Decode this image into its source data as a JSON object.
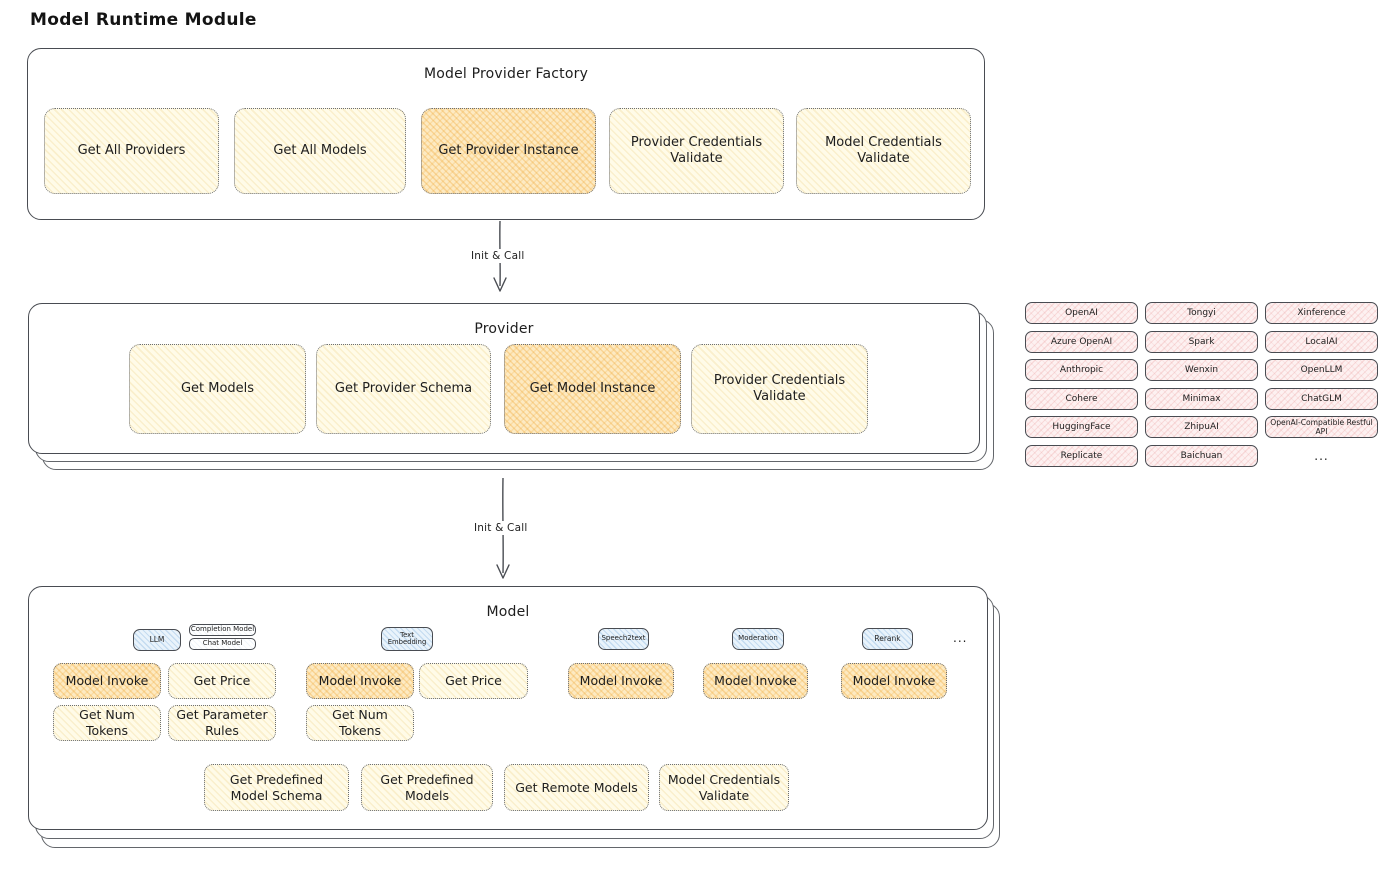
{
  "title": "Model Runtime Module",
  "factory": {
    "title": "Model Provider Factory",
    "buttons": [
      {
        "label": "Get All Providers",
        "highlighted": false
      },
      {
        "label": "Get All Models",
        "highlighted": false
      },
      {
        "label": "Get Provider Instance",
        "highlighted": true
      },
      {
        "label": "Provider Credentials Validate",
        "highlighted": false
      },
      {
        "label": "Model Credentials Validate",
        "highlighted": false
      }
    ]
  },
  "arrow1": {
    "label": "Init & Call"
  },
  "arrow2": {
    "label": "Init & Call"
  },
  "provider": {
    "title": "Provider",
    "buttons": [
      {
        "label": "Get Models",
        "highlighted": false
      },
      {
        "label": "Get Provider Schema",
        "highlighted": false
      },
      {
        "label": "Get Model Instance",
        "highlighted": true
      },
      {
        "label": "Provider Credentials Validate",
        "highlighted": false
      }
    ]
  },
  "providers_list": {
    "rows": [
      [
        "OpenAI",
        "Tongyi",
        "Xinference"
      ],
      [
        "Azure OpenAI",
        "Spark",
        "LocalAI"
      ],
      [
        "Anthropic",
        "Wenxin",
        "OpenLLM"
      ],
      [
        "Cohere",
        "Minimax",
        "ChatGLM"
      ],
      [
        "HuggingFace",
        "ZhipuAI",
        "OpenAI-Compatible Restful API"
      ],
      [
        "Replicate",
        "Baichuan"
      ]
    ],
    "more_label": "..."
  },
  "model": {
    "title": "Model",
    "types": {
      "llm": "LLM",
      "completion": "Completion Model",
      "chat": "Chat Model",
      "text_embedding": "Text Embedding",
      "speech2text": "Speech2text",
      "moderation": "Moderation",
      "rerank": "Rerank"
    },
    "ops": {
      "model_invoke": "Model Invoke",
      "get_price": "Get Price",
      "get_num_tokens": "Get Num Tokens",
      "get_parameter_rules": "Get Parameter Rules",
      "get_predefined_model_schema": "Get Predefined Model Schema",
      "get_predefined_models": "Get Predefined Models",
      "get_remote_models": "Get Remote Models",
      "model_credentials_validate": "Model Credentials Validate"
    },
    "more_label": "..."
  },
  "colors": {
    "stroke": "#494c52",
    "yellow_fill": "#fffbe8",
    "orange_fill": "#fdeac2",
    "blue_fill": "#e9f3fb",
    "pink_fill": "#fdf1f1"
  }
}
